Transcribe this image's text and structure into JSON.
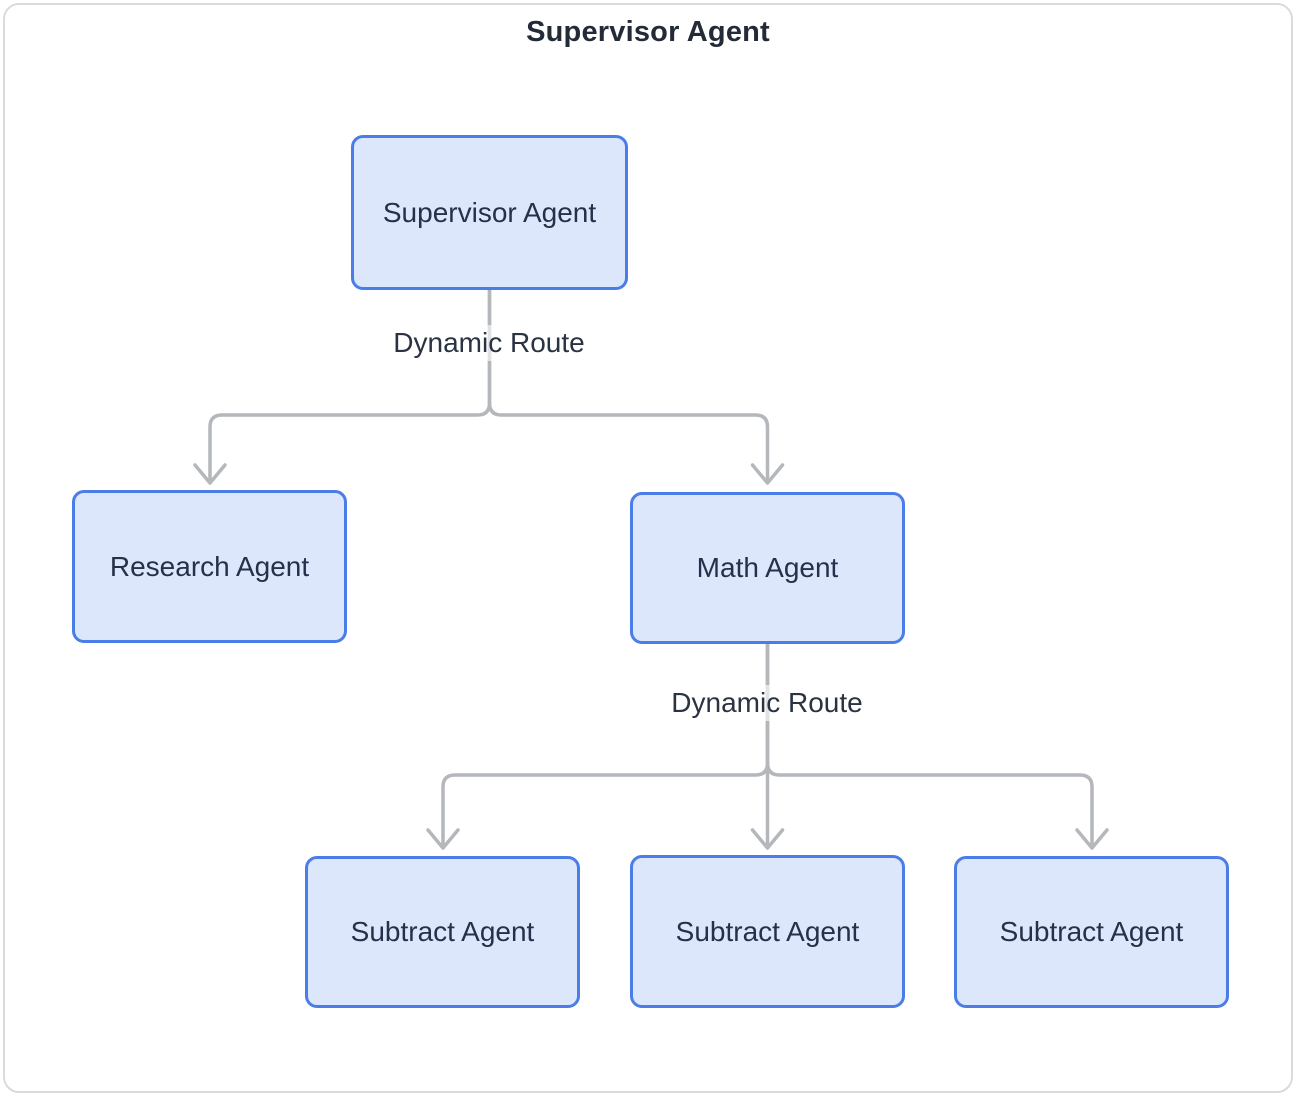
{
  "diagram": {
    "title": "Supervisor Agent",
    "nodes": [
      {
        "id": "supervisor-agent",
        "label": "Supervisor Agent"
      },
      {
        "id": "research-agent",
        "label": "Research Agent"
      },
      {
        "id": "math-agent",
        "label": "Math Agent"
      },
      {
        "id": "subtract-agent-1",
        "label": "Subtract Agent"
      },
      {
        "id": "subtract-agent-2",
        "label": "Subtract Agent"
      },
      {
        "id": "subtract-agent-3",
        "label": "Subtract Agent"
      }
    ],
    "edge_labels": [
      {
        "id": "supervisor-route",
        "label": "Dynamic Route"
      },
      {
        "id": "math-route",
        "label": "Dynamic Route"
      }
    ],
    "colors": {
      "node_fill": "#dce7fc",
      "node_border": "#4a7de8",
      "node_text": "#25304a",
      "edge_line": "#b4b7bb",
      "title_text": "#232b39",
      "canvas_border": "#d9dbe0",
      "canvas_bg": "#ffffff"
    }
  }
}
